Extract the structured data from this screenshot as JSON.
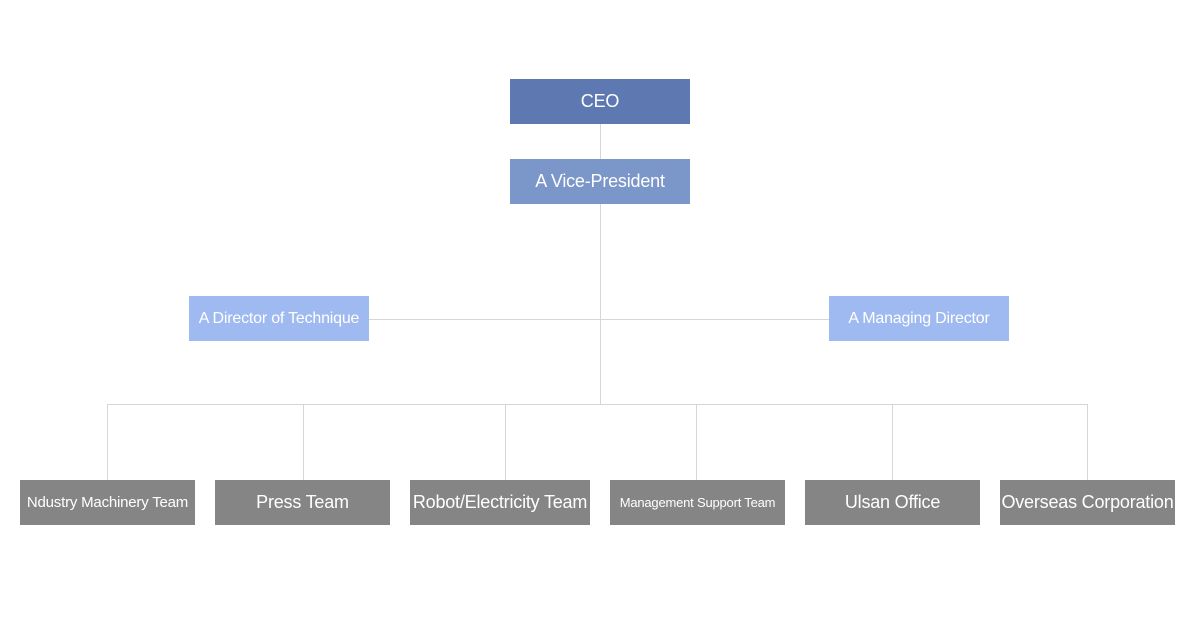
{
  "org": {
    "ceo": "CEO",
    "vice_president": "A Vice-President",
    "directors": {
      "technique": "A Director of Technique",
      "managing": "A Managing Director"
    },
    "teams": [
      "Ndustry Machinery Team",
      "Press Team",
      "Robot/Electricity Team",
      "Management Support Team",
      "Ulsan Office",
      "Overseas Corporation"
    ]
  },
  "colors": {
    "ceo": "#5e78b2",
    "vice_president": "#7b96c8",
    "director": "#9fbaf0",
    "team": "#858585",
    "connector": "#d6d6d6"
  }
}
